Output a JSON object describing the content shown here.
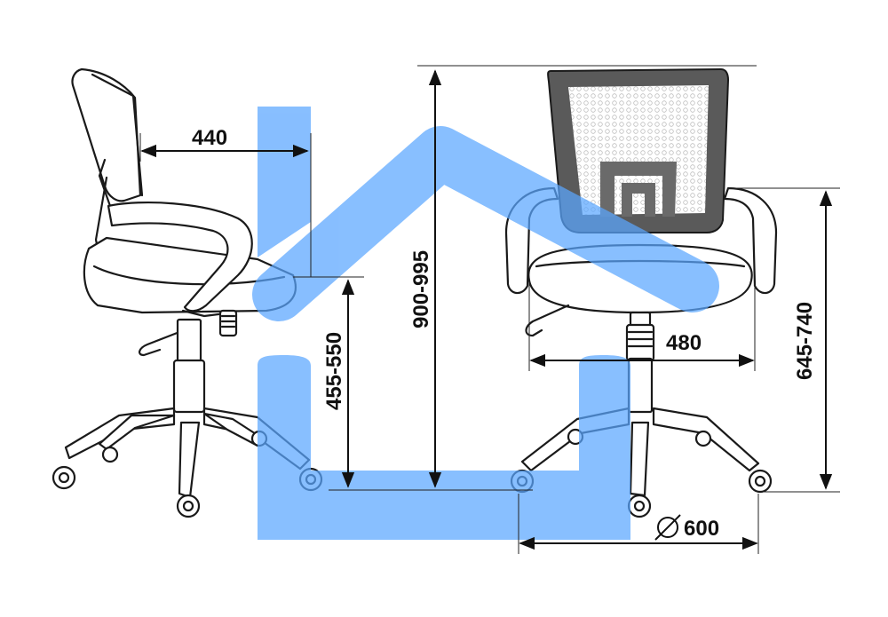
{
  "dimensions": {
    "seat_depth": "440",
    "seat_height": "455-550",
    "total_height": "900-995",
    "seat_width": "480",
    "armrest_height": "645-740",
    "base_diameter": "600",
    "diameter_symbol": "∅"
  },
  "colors": {
    "house_overlay": "#5aa6ff",
    "line": "#111111",
    "mesh_frame": "#555555"
  }
}
